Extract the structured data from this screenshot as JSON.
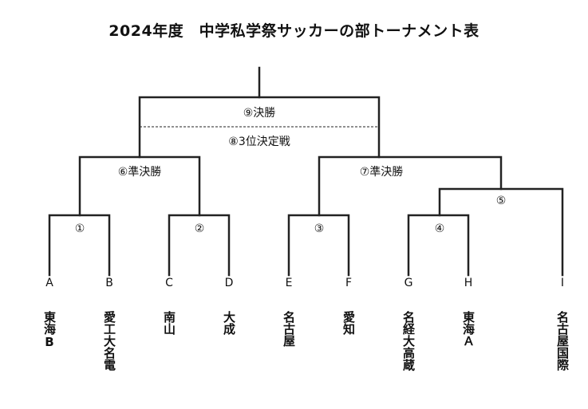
{
  "title": "2024年度　中学私学祭サッカーの部トーナメント表",
  "matches": {
    "m1": "①",
    "m2": "②",
    "m3": "③",
    "m4": "④",
    "m5": "⑤",
    "semi6": "⑥準決勝",
    "semi7": "⑦準決勝",
    "third8": "⑧3位決定戦",
    "final9": "⑨決勝"
  },
  "slots": [
    "A",
    "B",
    "C",
    "D",
    "E",
    "F",
    "G",
    "H",
    "I"
  ],
  "teams": [
    "東海B",
    "愛工大名電",
    "南山",
    "大成",
    "名古屋",
    "愛知",
    "名経大高蔵",
    "東海Ａ",
    "名古屋国際"
  ],
  "colors": {
    "line": "#222222",
    "text": "#111111"
  }
}
